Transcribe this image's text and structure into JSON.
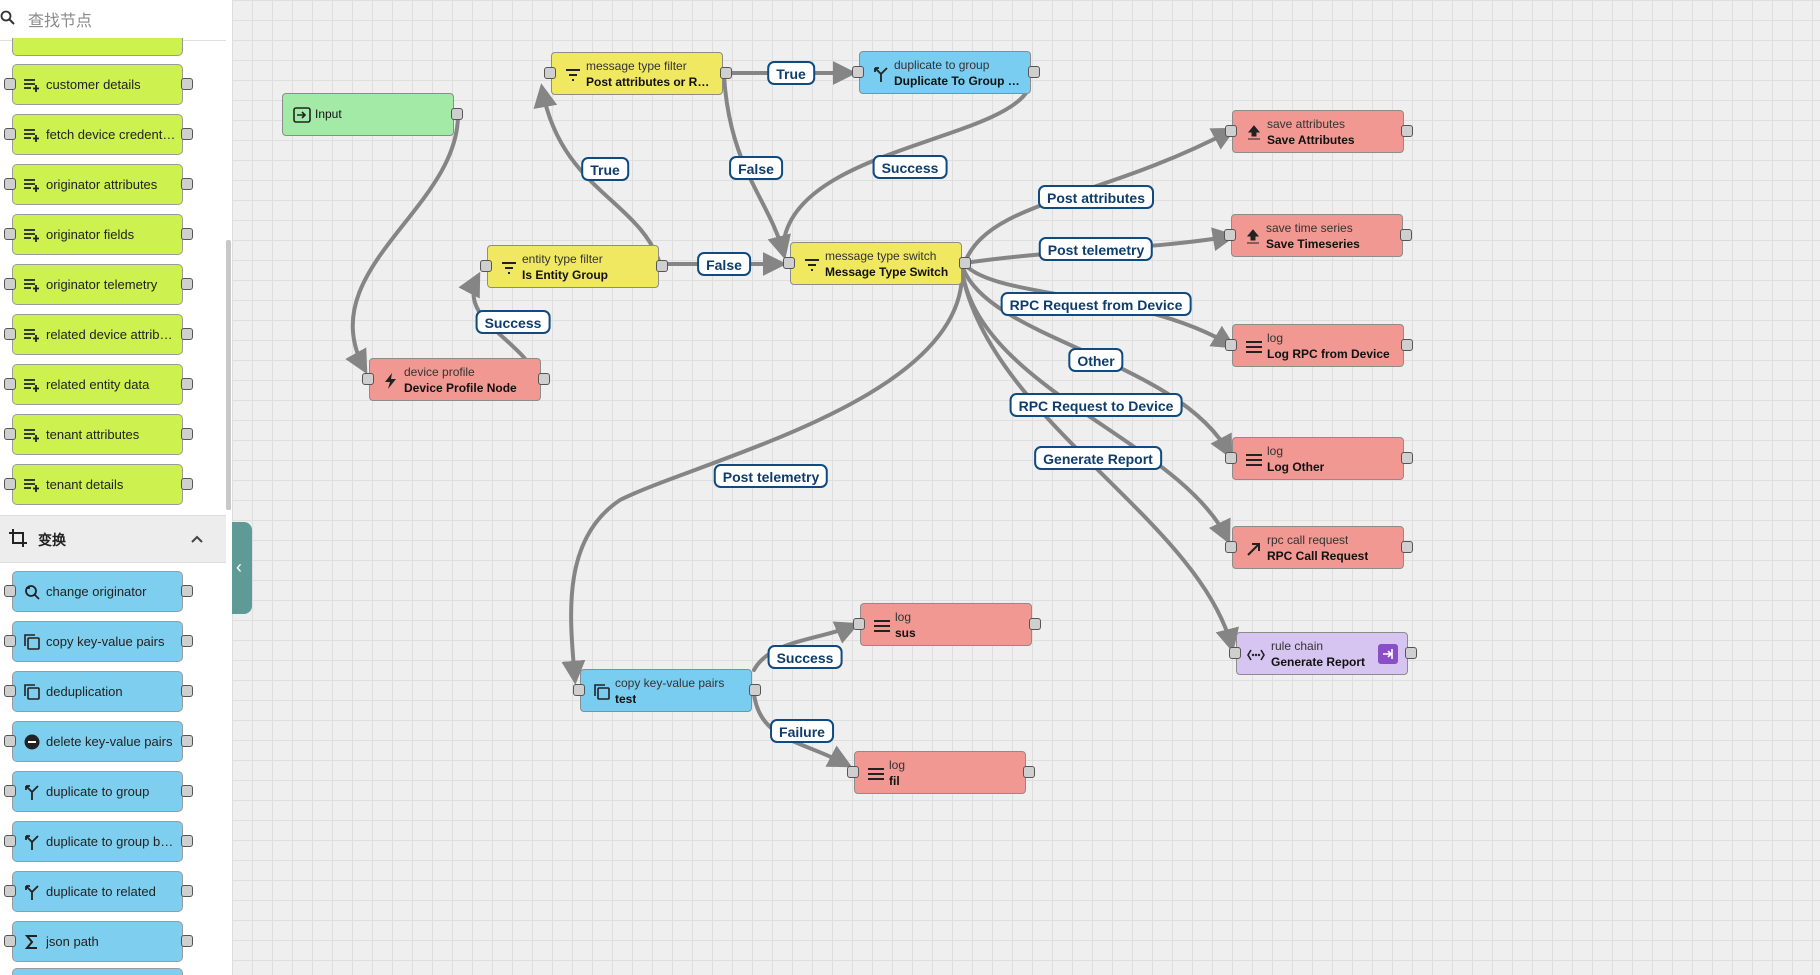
{
  "sidebar": {
    "search_placeholder": "查找节点",
    "enrichment_nodes": [
      {
        "label": "customer details"
      },
      {
        "label": "fetch device credentials"
      },
      {
        "label": "originator attributes"
      },
      {
        "label": "originator fields"
      },
      {
        "label": "originator telemetry"
      },
      {
        "label": "related device attributes"
      },
      {
        "label": "related entity data"
      },
      {
        "label": "tenant attributes"
      },
      {
        "label": "tenant details"
      }
    ],
    "transform_group": {
      "title": "变换"
    },
    "transform_nodes": [
      {
        "label": "change originator",
        "icon": "change-originator-icon"
      },
      {
        "label": "copy key-value pairs",
        "icon": "copy-icon"
      },
      {
        "label": "deduplication",
        "icon": "copy-icon"
      },
      {
        "label": "delete key-value pairs",
        "icon": "delete-circle-icon"
      },
      {
        "label": "duplicate to group",
        "icon": "fork-icon"
      },
      {
        "label": "duplicate to group by type",
        "icon": "fork-icon"
      },
      {
        "label": "duplicate to related",
        "icon": "fork-icon"
      },
      {
        "label": "json path",
        "icon": "sigma-icon"
      }
    ],
    "colors": {
      "enrichment": "#cdf14e",
      "transform": "#7ecfef"
    }
  },
  "rule_chain": {
    "nodes": {
      "input": {
        "type": "",
        "name": "Input"
      },
      "device_profile": {
        "type": "device profile",
        "name": "Device Profile Node"
      },
      "entity_type_filter": {
        "type": "entity type filter",
        "name": "Is Entity Group"
      },
      "msg_type_filter": {
        "type": "message type filter",
        "name": "Post attributes or RPC Request"
      },
      "duplicate_to_group": {
        "type": "duplicate to group",
        "name": "Duplicate To Group Entities"
      },
      "msg_type_switch": {
        "type": "message type switch",
        "name": "Message Type Switch"
      },
      "save_attributes": {
        "type": "save attributes",
        "name": "Save Attributes"
      },
      "save_timeseries": {
        "type": "save time series",
        "name": "Save Timeseries"
      },
      "log_rpc": {
        "type": "log",
        "name": "Log RPC from Device"
      },
      "log_other": {
        "type": "log",
        "name": "Log Other"
      },
      "rpc_call": {
        "type": "rpc call request",
        "name": "RPC Call Request"
      },
      "rule_chain": {
        "type": "rule chain",
        "name": "Generate Report"
      },
      "log_sus": {
        "type": "log",
        "name": "sus"
      },
      "copy_kv": {
        "type": "copy key-value pairs",
        "name": "test"
      },
      "log_fil": {
        "type": "log",
        "name": "fil"
      }
    },
    "edge_labels": {
      "true_top": "True",
      "true_left": "True",
      "false_top": "False",
      "false_mid": "False",
      "success_dup": "Success",
      "success_profile": "Success",
      "post_attributes": "Post attributes",
      "post_telemetry_right": "Post telemetry",
      "rpc_from_device": "RPC Request from Device",
      "other": "Other",
      "rpc_to_device": "RPC Request to Device",
      "generate_report": "Generate Report",
      "post_telemetry_copy": "Post telemetry",
      "success_copy": "Success",
      "failure_copy": "Failure"
    },
    "colors": {
      "input": "#a3eaa7",
      "filter": "#f1e862",
      "action": "#f19892",
      "transform": "#79cdf0",
      "flow": "#d6c4f1",
      "edge": "#858585",
      "label_border": "#0f4a80"
    }
  }
}
